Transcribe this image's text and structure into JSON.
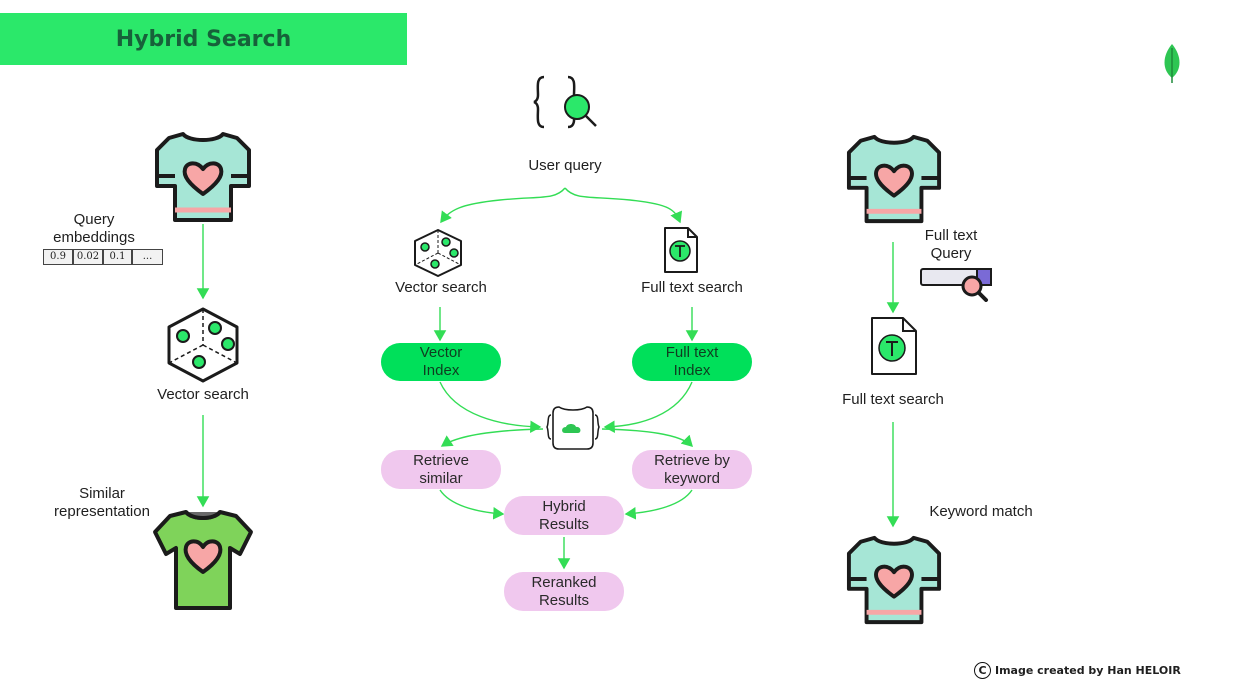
{
  "title": "Hybrid Search",
  "left": {
    "query_embeddings": "Query\nembeddings",
    "embedding_values": [
      "0.9",
      "0.02",
      "0.1",
      "..."
    ],
    "vector_search": "Vector search",
    "similar_representation": "Similar\nrepresentation"
  },
  "center": {
    "user_query": "User query",
    "vector_search": "Vector search",
    "full_text_search": "Full text search",
    "vector_index": "Vector\nIndex",
    "full_text_index": "Full text\nIndex",
    "retrieve_similar": "Retrieve\nsimilar",
    "retrieve_by_keyword": "Retrieve by\nkeyword",
    "hybrid_results": "Hybrid\nResults",
    "reranked_results": "Reranked\nResults"
  },
  "right": {
    "full_text_query": "Full text\nQuery",
    "full_text_search": "Full text search",
    "keyword_match": "Keyword match"
  },
  "credit": "Image created by Han HELOIR",
  "colors": {
    "accent_green": "#2be86a",
    "pill_green": "#00e05a",
    "pill_pink": "#f0c8ee",
    "arrow_green": "#33dd55",
    "shirt_mint": "#a6e6d6",
    "shirt_green": "#7fd35a",
    "heart": "#f7a6a6"
  },
  "icons": [
    "leaf-icon",
    "query-brackets-icon",
    "tshirt-icon",
    "vector-cube-icon",
    "document-t-icon",
    "search-bar-icon",
    "cloud-database-icon",
    "copyright-icon"
  ]
}
